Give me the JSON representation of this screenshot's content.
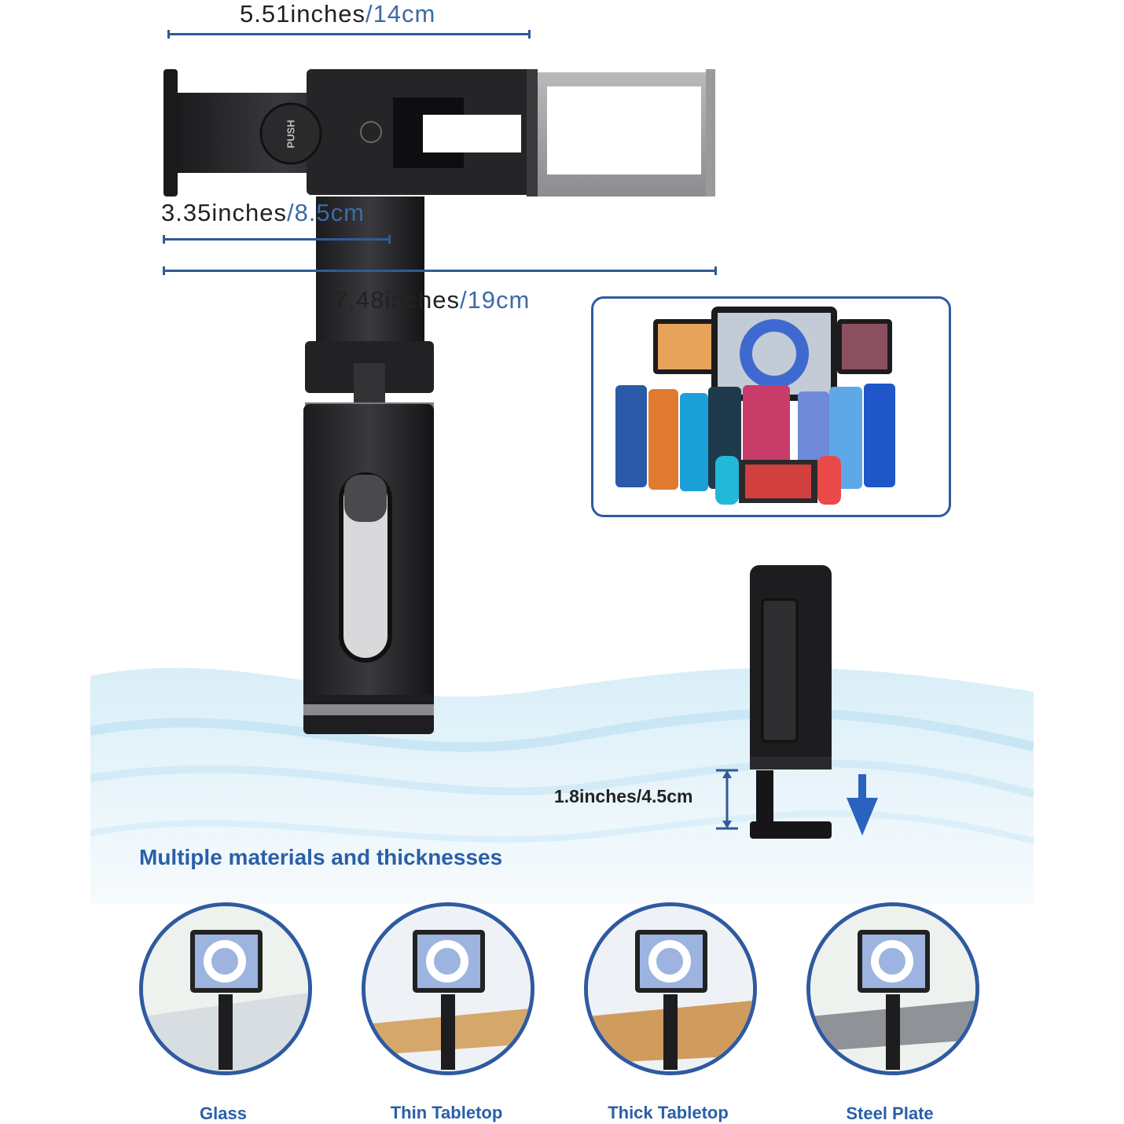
{
  "dimensions": {
    "width_top": {
      "imperial": "5.51inches",
      "metric": "/14cm"
    },
    "width_mid": {
      "imperial": "3.35inches",
      "metric": "/8.5cm"
    },
    "width_full": {
      "imperial": "7.48inches",
      "metric": "/19cm"
    },
    "clamp_opening": "1.8inches/4.5cm"
  },
  "holder": {
    "push_button_label": "PUSH"
  },
  "materials": {
    "heading": "Multiple materials and thicknesses",
    "items": [
      {
        "label": "Glass"
      },
      {
        "label": "Thin Tabletop"
      },
      {
        "label": "Thick Tabletop"
      },
      {
        "label": "Steel Plate"
      }
    ]
  },
  "colors": {
    "accent": "#2a5fa8",
    "dimension_line": "#2f5b96",
    "frame": "#2f5aa0"
  }
}
